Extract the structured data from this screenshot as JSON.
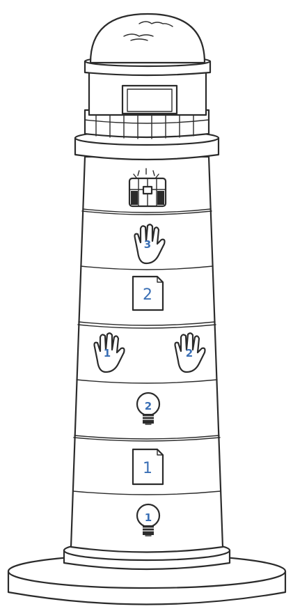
{
  "colors": {
    "ink": "#2b2b2b",
    "number": "#3a6fb5",
    "background": "#ffffff"
  },
  "icons": [
    "treasure-chest-icon",
    "hand-icon",
    "page-icon",
    "hand-icon",
    "hand-icon",
    "lightbulb-icon",
    "page-icon",
    "lightbulb-icon"
  ],
  "labels": {
    "hand_top": "3",
    "page_top": "2",
    "hand_left": "1",
    "hand_right": "2",
    "bulb_upper": "2",
    "page_bottom": "1",
    "bulb_lower": "1"
  }
}
